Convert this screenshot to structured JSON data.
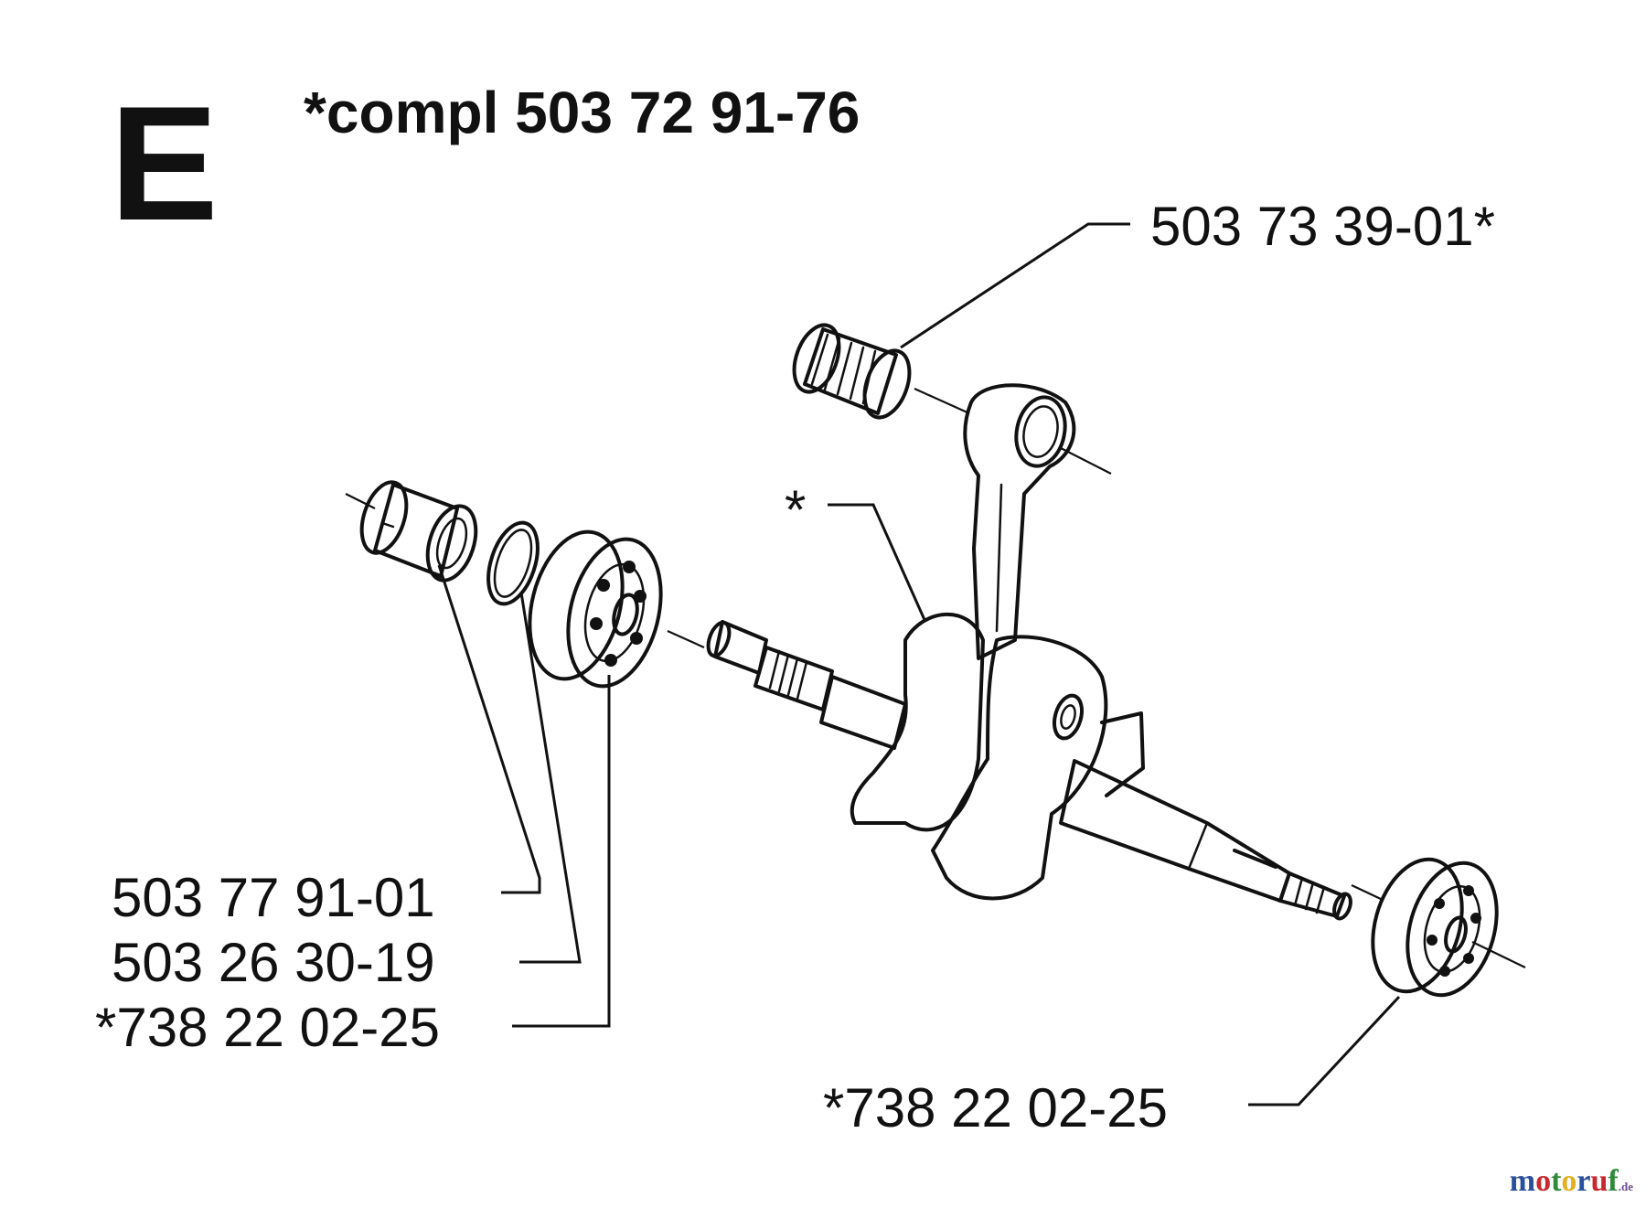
{
  "section_letter": "E",
  "title": "*compl 503 72 91-76",
  "labels": {
    "needle_bearing": "503 73 39-01*",
    "crankshaft": "*",
    "sleeve": "503 77 91-01",
    "o_ring": "503 26 30-19",
    "ball_bearing_left": "*738 22 02-25",
    "ball_bearing_right": "*738 22 02-25"
  },
  "watermark": {
    "letters": [
      "m",
      "o",
      "t",
      "o",
      "r",
      "u",
      "f"
    ],
    "suffix": ".de",
    "colors": [
      "#2a4f9c",
      "#c8282e",
      "#2f8a3a",
      "#e0b020",
      "#2a4f9c",
      "#c8282e",
      "#2f8a3a"
    ]
  }
}
